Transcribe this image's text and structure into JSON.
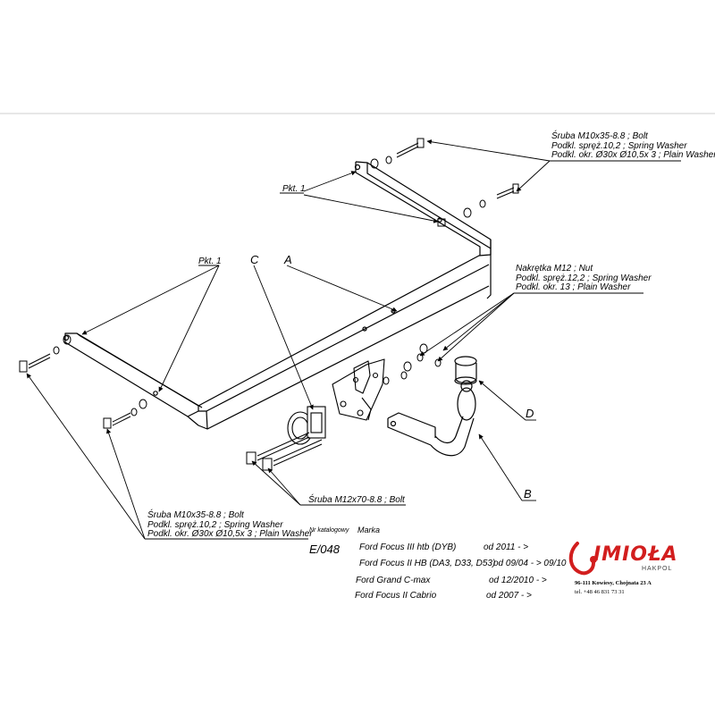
{
  "labels": {
    "pkt1": "Pkt. 1",
    "c": "C",
    "a": "A",
    "d": "D",
    "b": "B"
  },
  "bolt_top": {
    "line1": "Śruba M10x35-8.8 ;  Bolt",
    "line2": "Podkl. spręż.10,2 ; Spring Washer",
    "line3": "Podkl. okr.  Ø30x Ø10,5x 3 ; Plain Washer"
  },
  "nut": {
    "line1": "Nakrętka  M12 ; Nut",
    "line2": "Podkl. spręż.12,2 ; Spring Washer",
    "line3": "Podkl. okr. 13 ; Plain Washer"
  },
  "bolt_bottom": {
    "line1": "Śruba M10x35-8.8 ;  Bolt",
    "line2": "Podkl. spręż.10,2 ; Spring Washer",
    "line3": "Podkl. okr.  Ø30x Ø10,5x 3 ; Plain Washer"
  },
  "bolt_m12": "Śruba M12x70-8.8 ;  Bolt",
  "catalog": {
    "header_nr": "Nr katalogowy",
    "header_marka": "Marka",
    "number": "E/048",
    "rows": [
      {
        "model": "Ford Focus III htb (DYB)",
        "from": "od 2011 - >"
      },
      {
        "model": "Ford Focus II HB (DA3, D33, D53)",
        "from": "od 09/04 - > 09/10"
      },
      {
        "model": "Ford Grand C-max",
        "from": "od 12/2010 - >"
      },
      {
        "model": "Ford Focus II Cabrio",
        "from": "od 2007 - >"
      }
    ]
  },
  "company": {
    "logo_text": "IMIOŁA",
    "sub": "HAKPOL",
    "address": "96-111 Kowiesy, Chojnata 23 A",
    "phone": "tel. +48 46 831 73 31",
    "brand_color": "#d21e1e"
  }
}
